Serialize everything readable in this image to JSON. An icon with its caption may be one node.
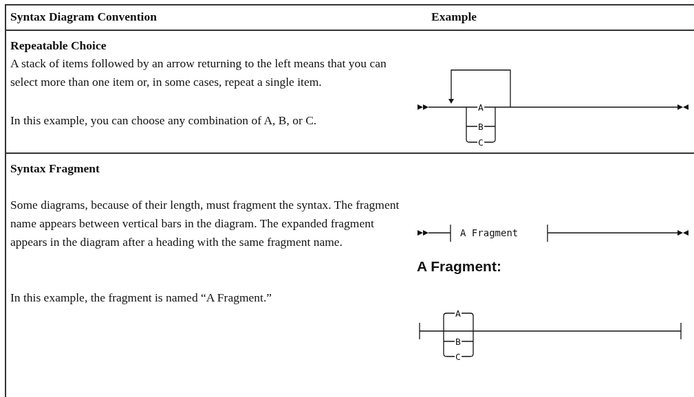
{
  "diagram": {
    "labels": [
      "Syntax Diagram Convention",
      "Example",
      "Repeatable Choice",
      "A stack of items followed by an arrow returning to the left means that you can select more than one item or, in some cases, repeat a single item.",
      "In this example, you can choose any combination of A, B, or C.",
      "A",
      "B",
      "C",
      "Syntax Fragment",
      "A Fragment",
      "Some diagrams, because of their length, must fragment the syntax. The fragment name appears between vertical bars in the diagram. The expanded fragment appears in the diagram after a heading with the same fragment name.",
      "A Fragment:",
      "A",
      "B",
      "C",
      "In this example, the fragment is named “A Fragment.”"
    ]
  }
}
